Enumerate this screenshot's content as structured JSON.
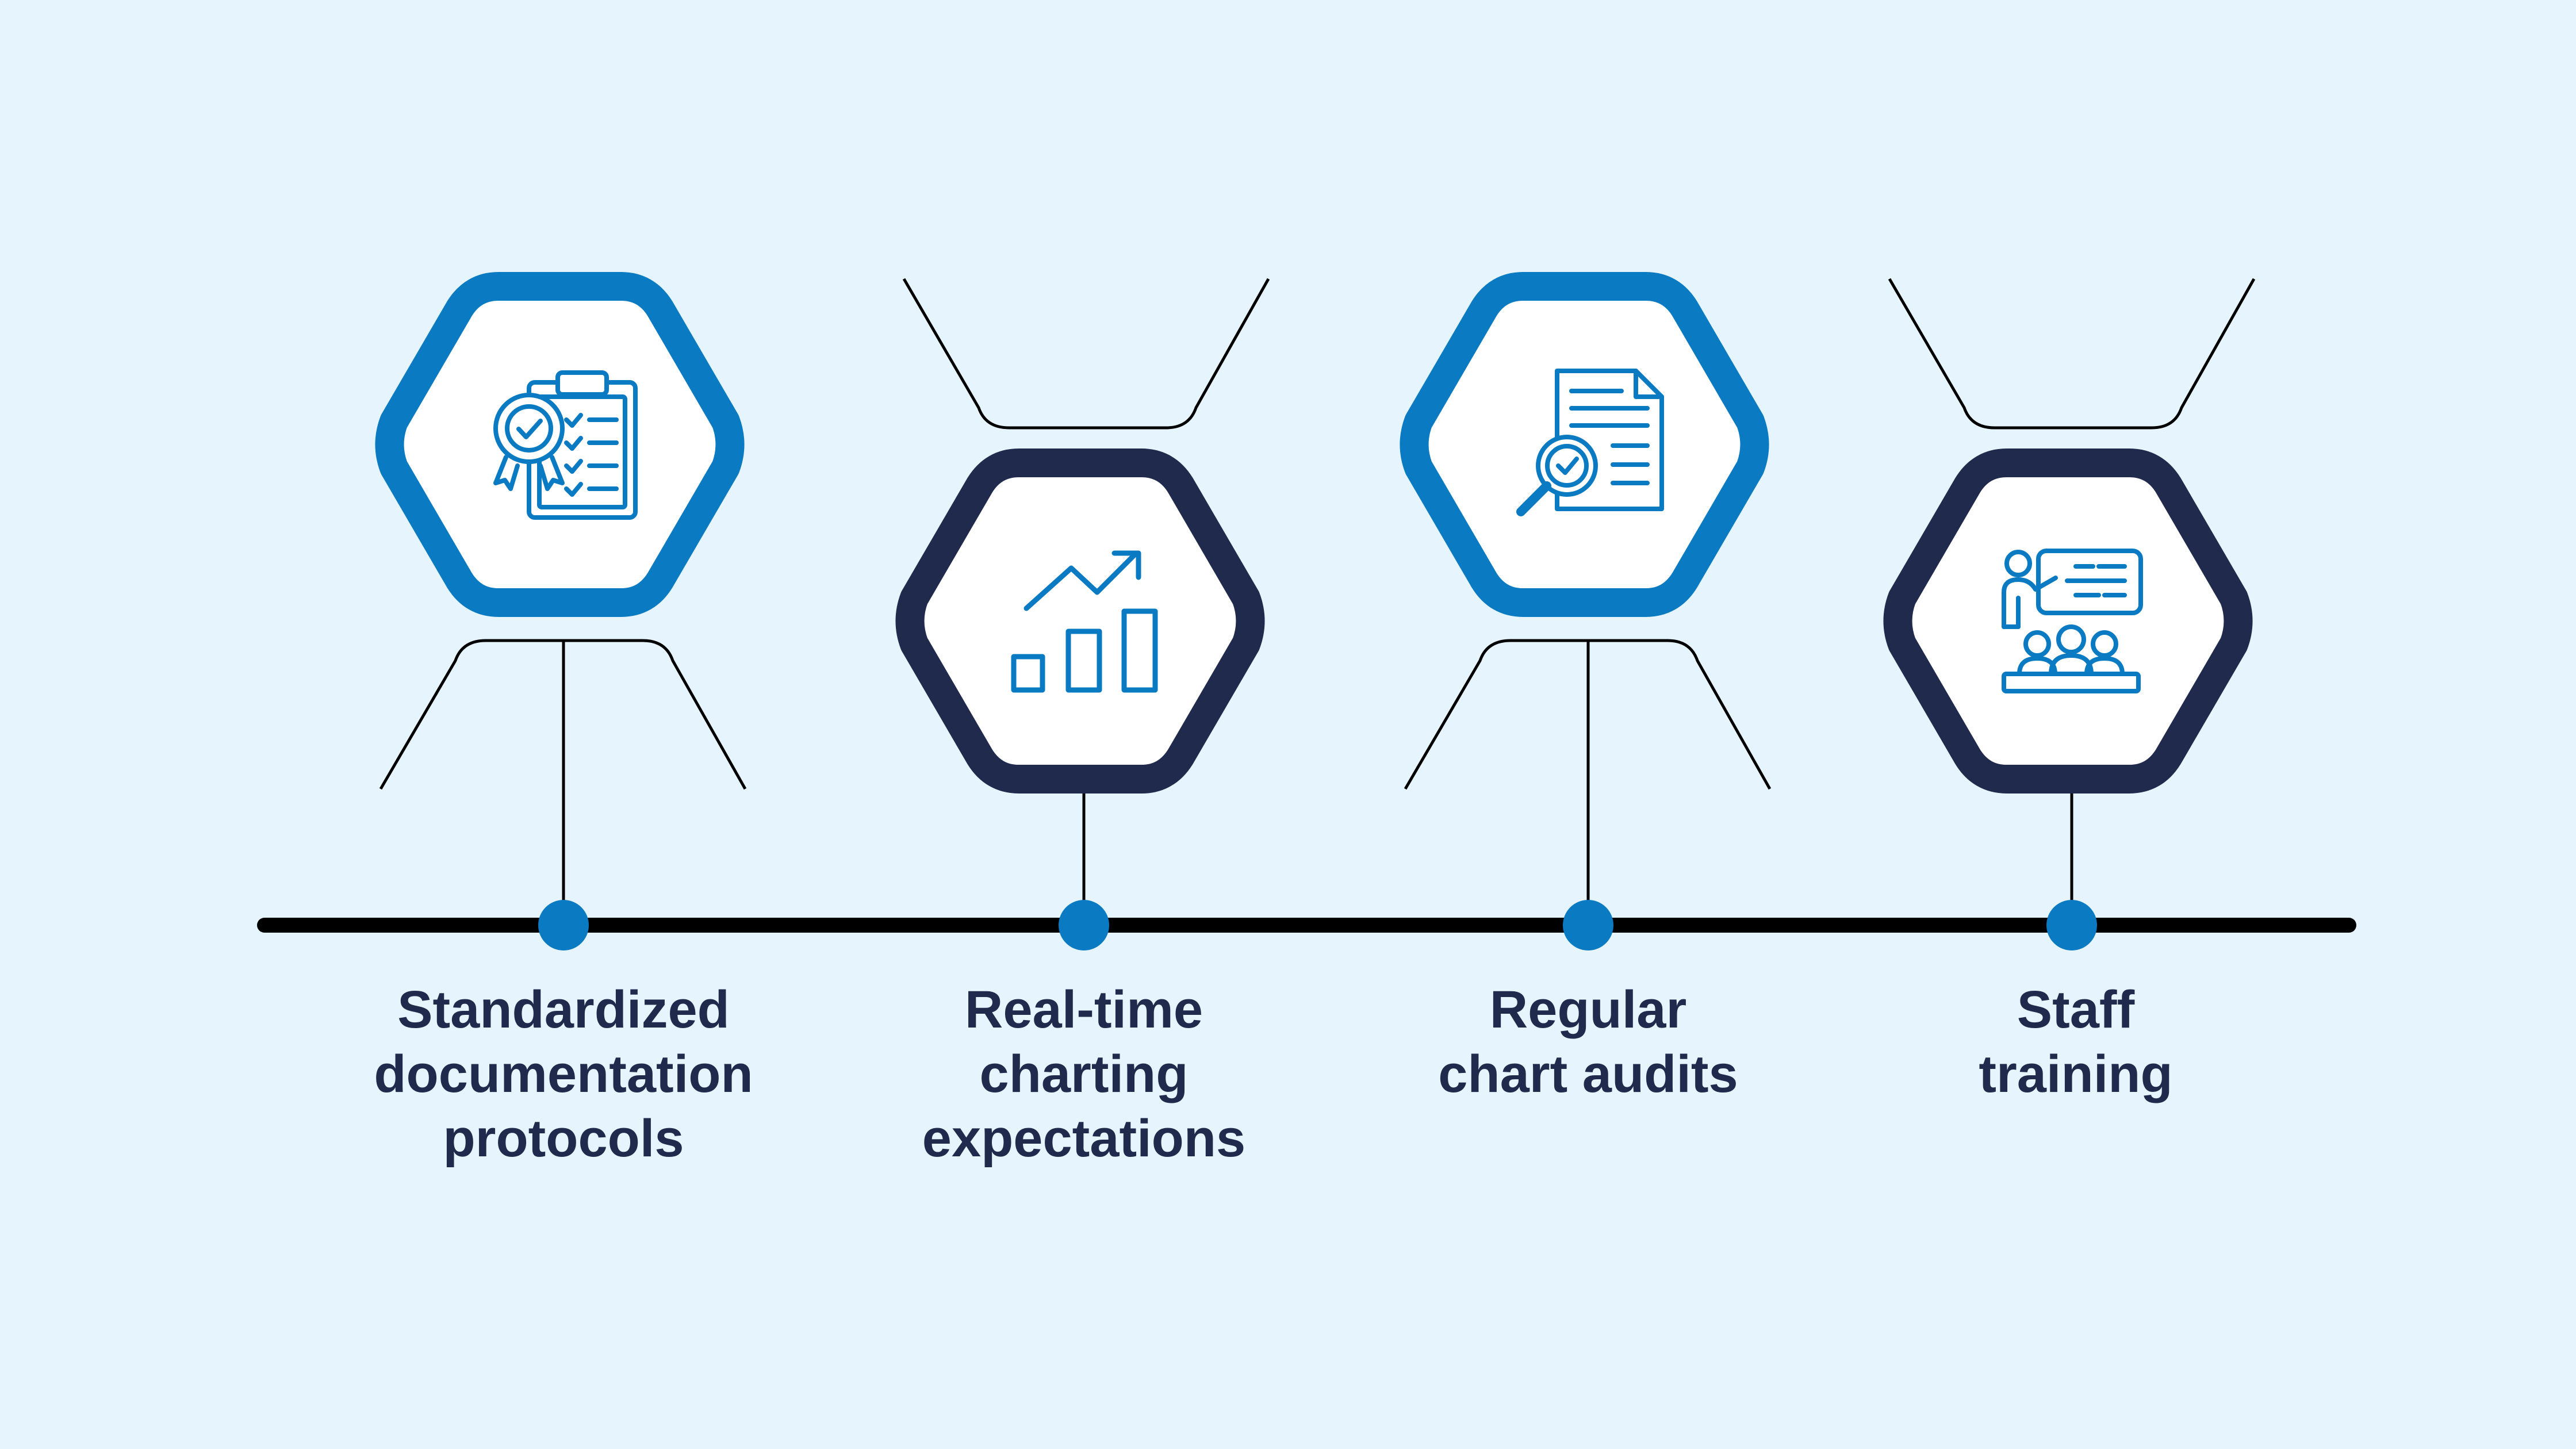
{
  "colors": {
    "background": "#e6f5fd",
    "accent_blue": "#0a7bc2",
    "navy": "#1f2a4d",
    "line": "#000000",
    "hex_fill": "#ffffff",
    "icon": "#0a7bc2"
  },
  "steps": [
    {
      "label_lines": [
        "Standardized",
        "documentation",
        "protocols"
      ],
      "icon": "clipboard-checklist-award-icon",
      "hex_color": "accent_blue"
    },
    {
      "label_lines": [
        "Real-time",
        "charting",
        "expectations"
      ],
      "icon": "growth-bar-chart-icon",
      "hex_color": "navy"
    },
    {
      "label_lines": [
        "Regular",
        "chart audits"
      ],
      "icon": "document-magnifier-check-icon",
      "hex_color": "accent_blue"
    },
    {
      "label_lines": [
        "Staff",
        "training"
      ],
      "icon": "presentation-training-icon",
      "hex_color": "navy"
    }
  ]
}
